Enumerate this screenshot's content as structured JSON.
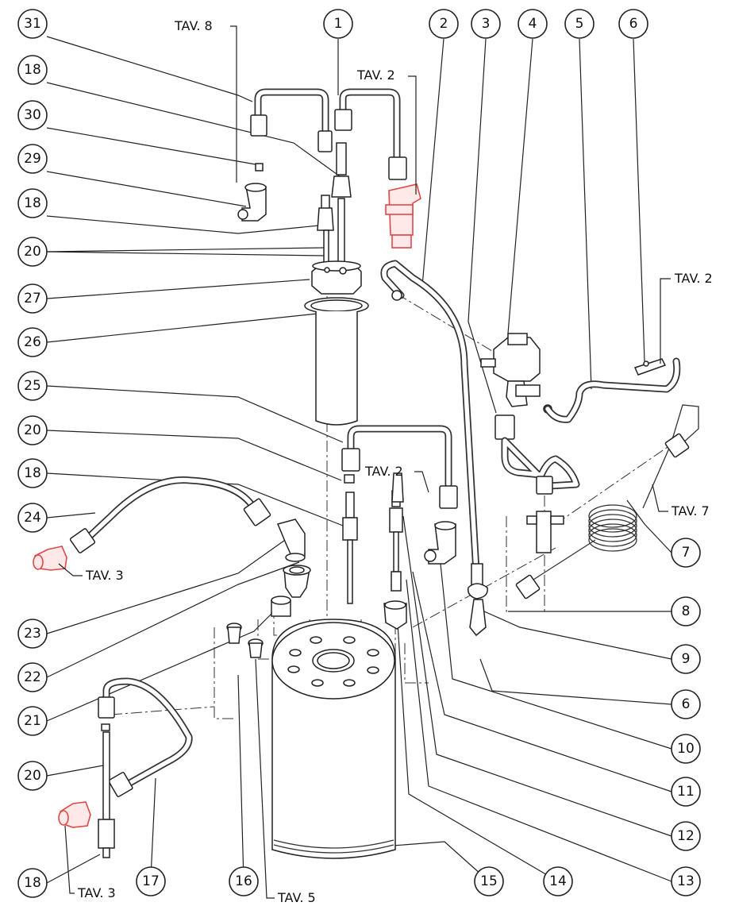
{
  "callouts": [
    {
      "id": "c31",
      "label": "31"
    },
    {
      "id": "c18a",
      "label": "18"
    },
    {
      "id": "c30",
      "label": "30"
    },
    {
      "id": "c29",
      "label": "29"
    },
    {
      "id": "c18b",
      "label": "18"
    },
    {
      "id": "c20a",
      "label": "20"
    },
    {
      "id": "c27",
      "label": "27"
    },
    {
      "id": "c26",
      "label": "26"
    },
    {
      "id": "c25",
      "label": "25"
    },
    {
      "id": "c20b",
      "label": "20"
    },
    {
      "id": "c18c",
      "label": "18"
    },
    {
      "id": "c24",
      "label": "24"
    },
    {
      "id": "c23",
      "label": "23"
    },
    {
      "id": "c22",
      "label": "22"
    },
    {
      "id": "c21",
      "label": "21"
    },
    {
      "id": "c20c",
      "label": "20"
    },
    {
      "id": "c18d",
      "label": "18"
    },
    {
      "id": "c1",
      "label": "1"
    },
    {
      "id": "c2",
      "label": "2"
    },
    {
      "id": "c3",
      "label": "3"
    },
    {
      "id": "c4",
      "label": "4"
    },
    {
      "id": "c5",
      "label": "5"
    },
    {
      "id": "c6a",
      "label": "6"
    },
    {
      "id": "c7",
      "label": "7"
    },
    {
      "id": "c8",
      "label": "8"
    },
    {
      "id": "c9",
      "label": "9"
    },
    {
      "id": "c6b",
      "label": "6"
    },
    {
      "id": "c10",
      "label": "10"
    },
    {
      "id": "c11",
      "label": "11"
    },
    {
      "id": "c12",
      "label": "12"
    },
    {
      "id": "c13",
      "label": "13"
    },
    {
      "id": "c14",
      "label": "14"
    },
    {
      "id": "c15",
      "label": "15"
    },
    {
      "id": "c16",
      "label": "16"
    },
    {
      "id": "c17",
      "label": "17"
    }
  ],
  "references": {
    "tav8": "TAV. 8",
    "tav2_top": "TAV. 2",
    "tav2_right": "TAV. 2",
    "tav2_mid": "TAV. 2",
    "tav7": "TAV. 7",
    "tav3_left": "TAV. 3",
    "tav3_bottom": "TAV. 3",
    "tav5": "TAV. 5"
  },
  "colors": {
    "ink": "#222222",
    "highlight": "#e04848"
  }
}
